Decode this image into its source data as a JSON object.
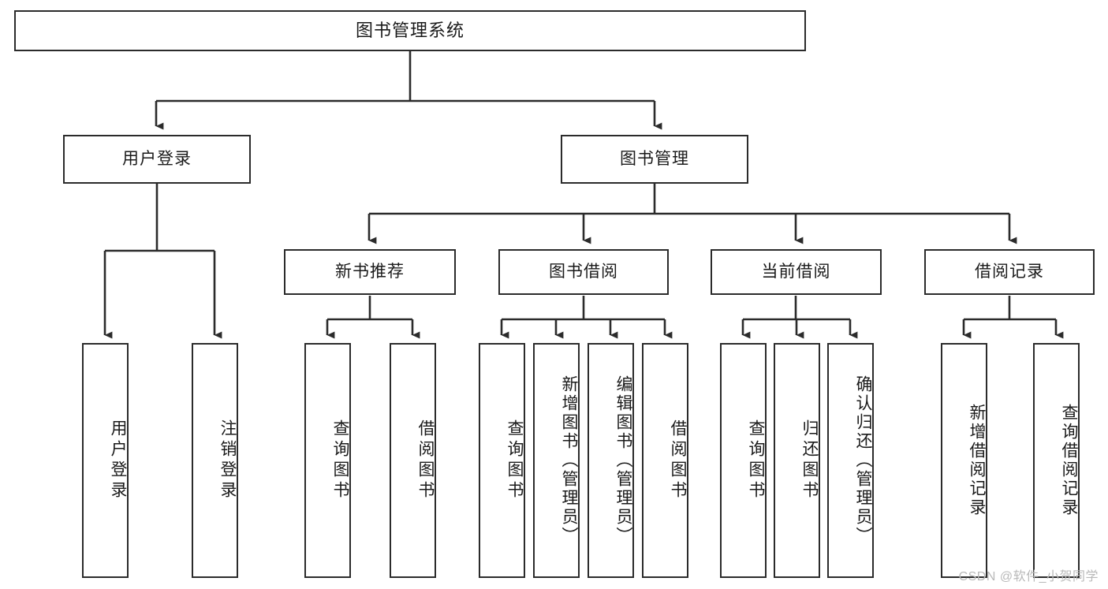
{
  "diagram": {
    "type": "tree",
    "title": "图书管理系统",
    "root": {
      "id": "root",
      "label": "图书管理系统",
      "orientation": "horizontal"
    },
    "level1": [
      {
        "id": "user-login",
        "label": "用户登录",
        "orientation": "horizontal"
      },
      {
        "id": "book-manage",
        "label": "图书管理",
        "orientation": "horizontal"
      }
    ],
    "level2": [
      {
        "id": "new-book-recommend",
        "label": "新书推荐",
        "parent": "book-manage",
        "orientation": "horizontal"
      },
      {
        "id": "book-borrow",
        "label": "图书借阅",
        "parent": "book-manage",
        "orientation": "horizontal"
      },
      {
        "id": "current-borrow",
        "label": "当前借阅",
        "parent": "book-manage",
        "orientation": "horizontal"
      },
      {
        "id": "borrow-record",
        "label": "借阅记录",
        "parent": "book-manage",
        "orientation": "horizontal"
      }
    ],
    "leaves": [
      {
        "id": "leaf-user-login",
        "label": "用户登录",
        "parent": "user-login",
        "orientation": "vertical"
      },
      {
        "id": "leaf-logout-login",
        "label": "注销登录",
        "parent": "user-login",
        "orientation": "vertical"
      },
      {
        "id": "leaf-query-book-1",
        "label": "查询图书",
        "parent": "new-book-recommend",
        "orientation": "vertical"
      },
      {
        "id": "leaf-borrow-book-1",
        "label": "借阅图书",
        "parent": "new-book-recommend",
        "orientation": "vertical"
      },
      {
        "id": "leaf-query-book-2",
        "label": "查询图书",
        "parent": "book-borrow",
        "orientation": "vertical"
      },
      {
        "id": "leaf-add-book",
        "label": "新增图书（管理员）",
        "parent": "book-borrow",
        "orientation": "vertical"
      },
      {
        "id": "leaf-edit-book",
        "label": "编辑图书（管理员）",
        "parent": "book-borrow",
        "orientation": "vertical"
      },
      {
        "id": "leaf-borrow-book-2",
        "label": "借阅图书",
        "parent": "book-borrow",
        "orientation": "vertical"
      },
      {
        "id": "leaf-query-book-3",
        "label": "查询图书",
        "parent": "current-borrow",
        "orientation": "vertical"
      },
      {
        "id": "leaf-return-book",
        "label": "归还图书",
        "parent": "current-borrow",
        "orientation": "vertical"
      },
      {
        "id": "leaf-confirm-return",
        "label": "确认归还（管理员）",
        "parent": "current-borrow",
        "orientation": "vertical"
      },
      {
        "id": "leaf-add-record",
        "label": "新增借阅记录",
        "parent": "borrow-record",
        "orientation": "vertical"
      },
      {
        "id": "leaf-query-record",
        "label": "查询借阅记录",
        "parent": "borrow-record",
        "orientation": "vertical"
      }
    ]
  },
  "watermark": {
    "text": "CSDN @软件_小贺同学"
  },
  "colors": {
    "stroke": "#2b2b2b",
    "fill": "#ffffff",
    "text": "#1a1a1a",
    "watermark": "#b9b9b9"
  }
}
